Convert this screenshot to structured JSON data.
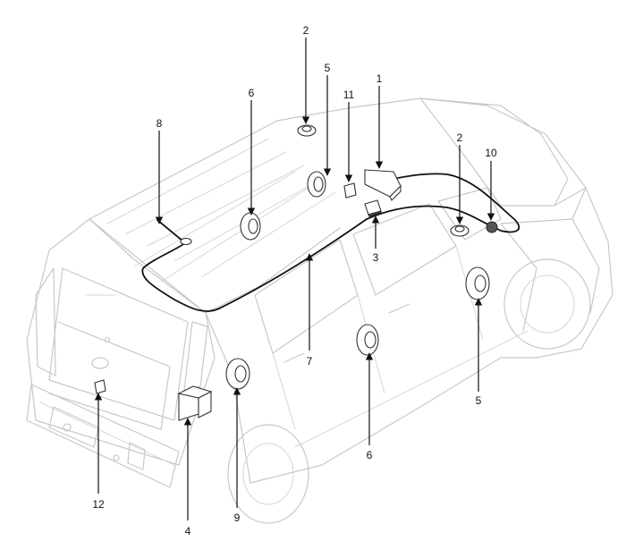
{
  "colors": {
    "line": "#111111",
    "vehicle": "#c8c8c8",
    "background": "#ffffff"
  },
  "callouts": {
    "c1": "1",
    "c2a": "2",
    "c2b": "2",
    "c3": "3",
    "c4": "4",
    "c5a": "5",
    "c5b": "5",
    "c6a": "6",
    "c6b": "6",
    "c7": "7",
    "c8": "8",
    "c9": "9",
    "c10": "10",
    "c11": "11",
    "c12": "12"
  }
}
